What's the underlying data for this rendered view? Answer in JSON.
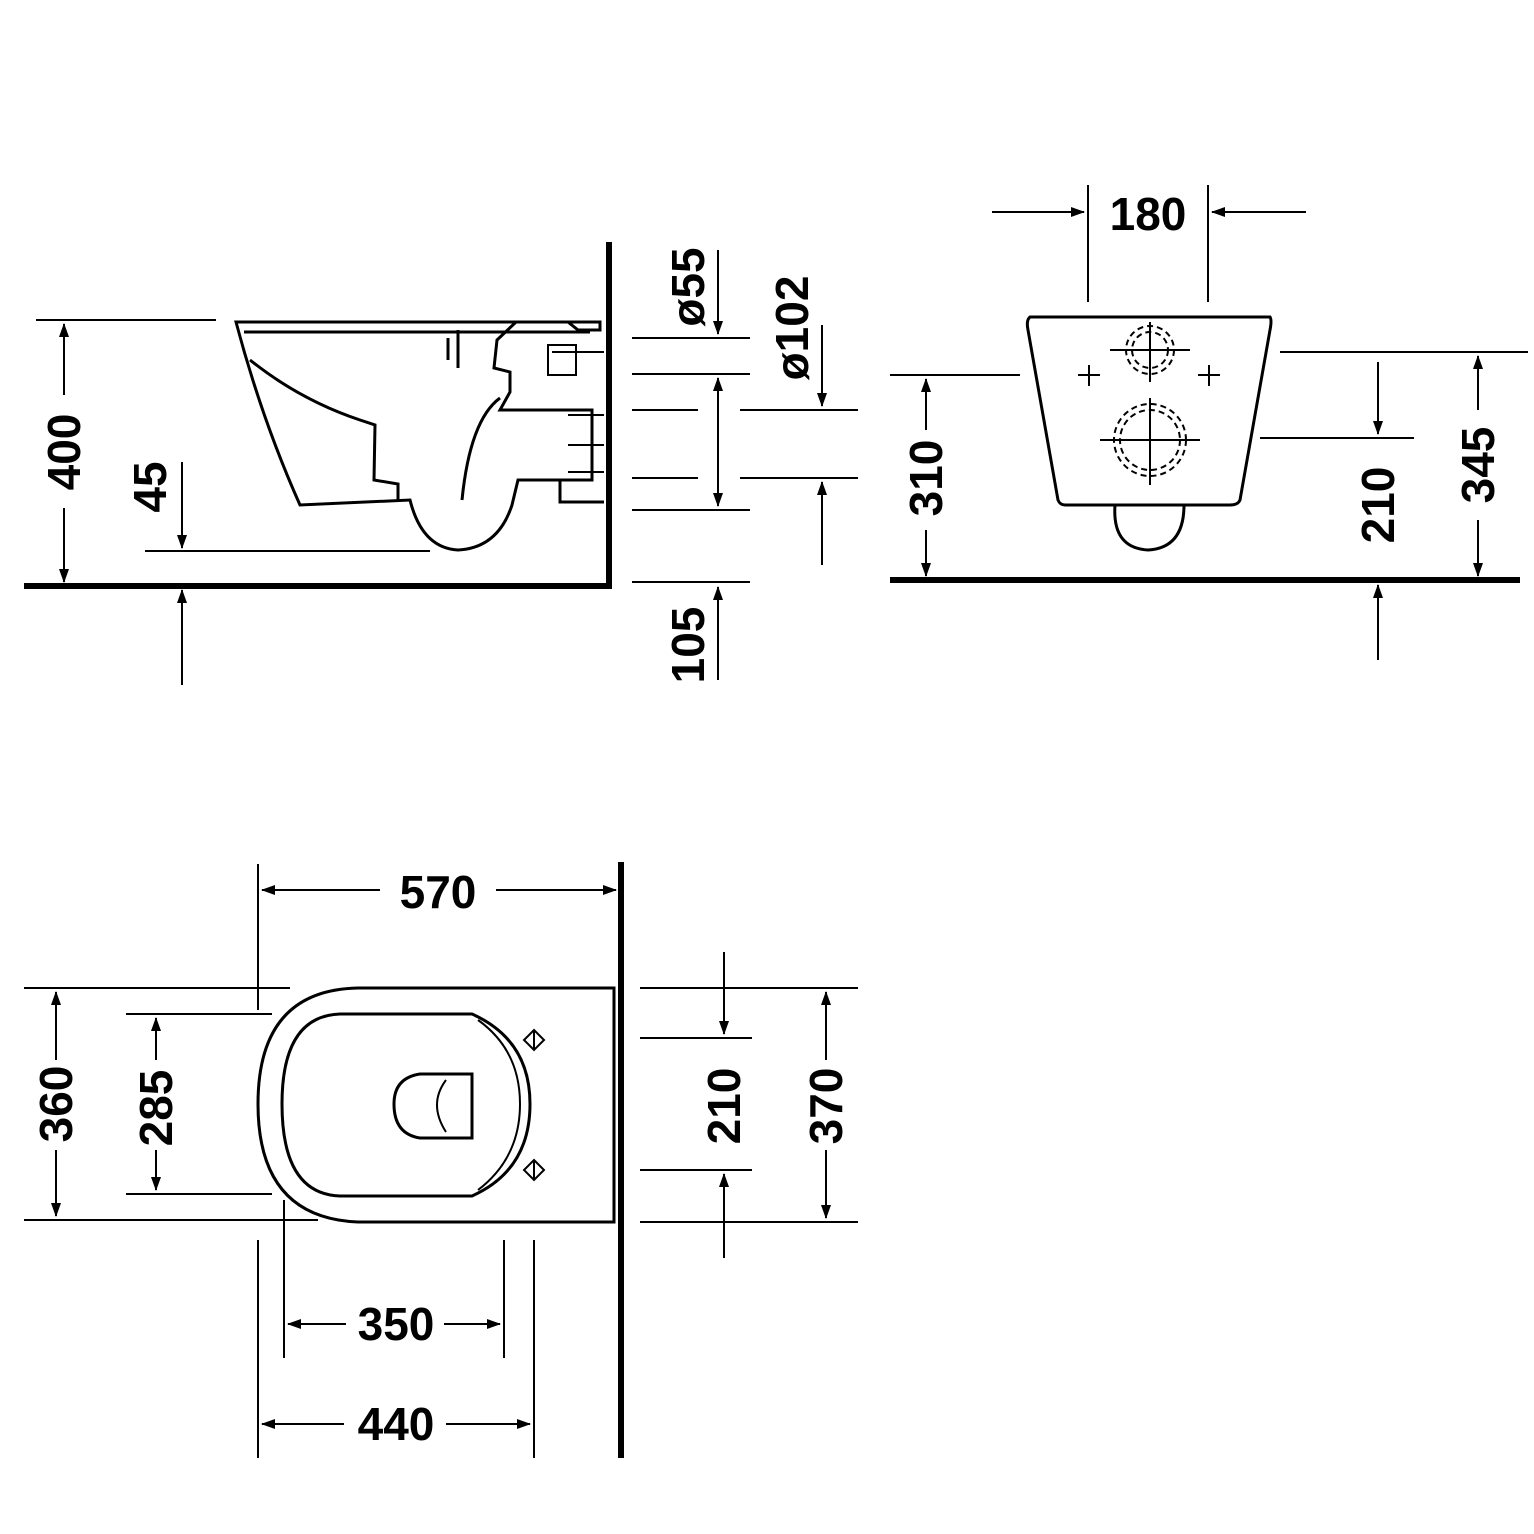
{
  "side_view": {
    "height_400": "400",
    "seat_45": "45",
    "pipe_d55": "ø55",
    "pipe_d102": "ø102",
    "offset_105": "105"
  },
  "front_view": {
    "width_180": "180",
    "height_310": "310",
    "height_210": "210",
    "height_345": "345"
  },
  "top_view": {
    "length_570": "570",
    "width_360": "360",
    "width_285": "285",
    "depth_350": "350",
    "depth_440": "440",
    "spacing_210": "210",
    "width_370": "370"
  }
}
